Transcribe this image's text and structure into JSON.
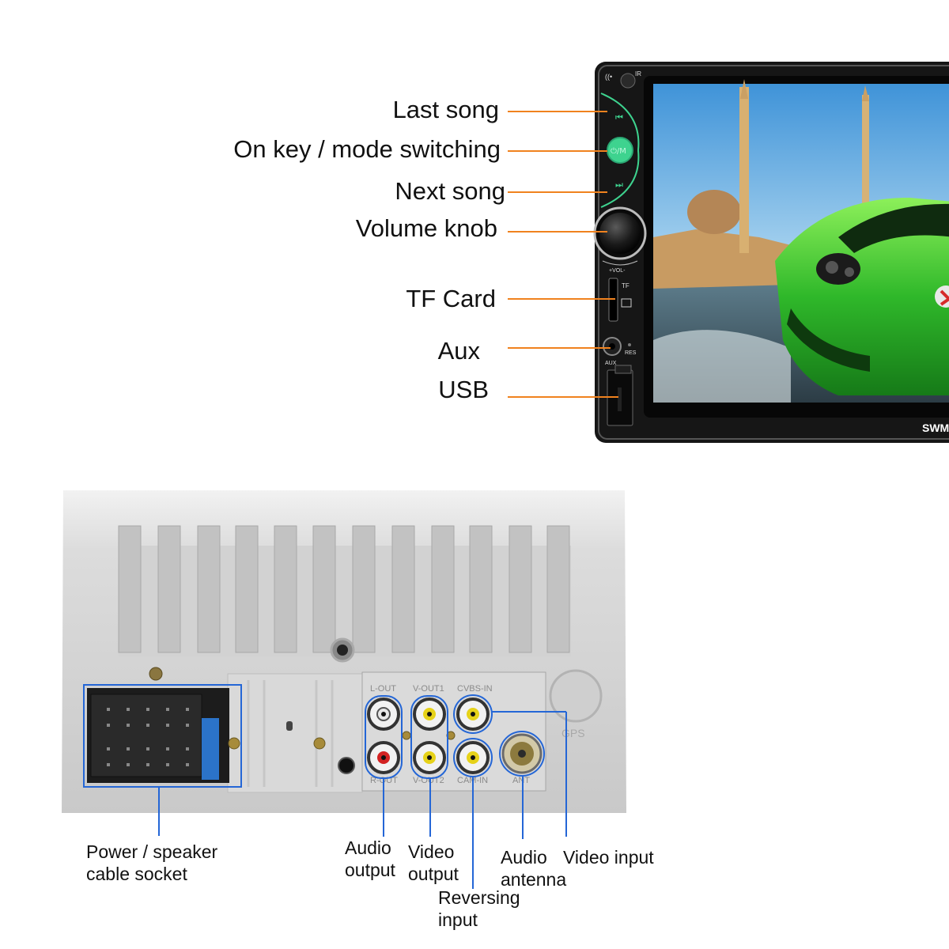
{
  "front_panel": {
    "labels": {
      "last_song": "Last song",
      "on_key": "On key / mode switching",
      "next_song": "Next song",
      "volume_knob": "Volume knob",
      "tf_card": "TF Card",
      "aux": "Aux",
      "usb": "USB"
    },
    "panel_marks": {
      "ir": "IR",
      "mode_key": "⏻/M",
      "vol": "+VOL-",
      "tf": "TF",
      "res": "RES",
      "aux": "AUX",
      "brand_partial": "SWM"
    }
  },
  "rear_panel": {
    "labels": {
      "power_speaker_1": "Power / speaker",
      "power_speaker_2": "cable socket",
      "audio_output_1": "Audio",
      "audio_output_2": "output",
      "video_output_1": "Video",
      "video_output_2": "output",
      "reversing_input_1": "Reversing",
      "reversing_input_2": "input",
      "audio_antenna_1": "Audio",
      "audio_antenna_2": "antenna",
      "video_input": "Video input"
    },
    "port_marks": {
      "l_out": "L-OUT",
      "v_out1": "V-OUT1",
      "cvbs_in": "CVBS-IN",
      "r_out": "R-OUT",
      "v_out2": "V-OUT2",
      "cam_in": "CAM-IN",
      "ant": "ANT",
      "gps": "GPS"
    }
  },
  "colors": {
    "leader_orange": "#f0821e",
    "highlight_blue": "#2466d6",
    "button_green": "#3ed38f"
  }
}
